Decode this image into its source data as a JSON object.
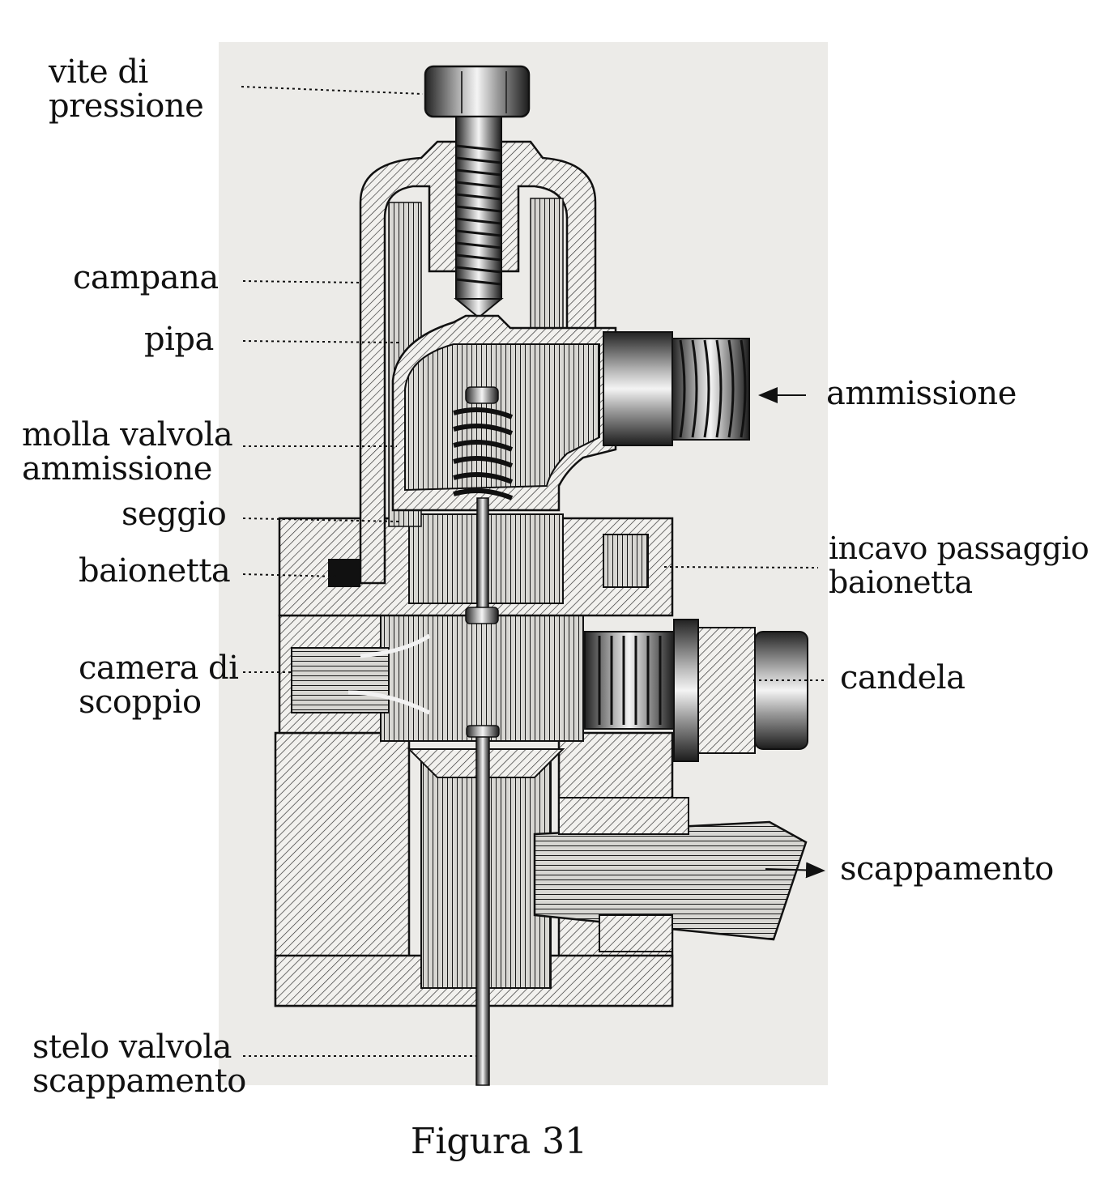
{
  "labels": {
    "vite_di_pressione": [
      "vite di",
      "pressione"
    ],
    "campana": "campana",
    "pipa": "pipa",
    "molla_valvola_ammissione": [
      "molla valvola",
      "ammissione"
    ],
    "seggio": "seggio",
    "baionetta": "baionetta",
    "camera_di_scoppio": [
      "camera di",
      "scoppio"
    ],
    "stelo_valvola_scappamento": [
      "stelo valvola",
      "scappamento"
    ],
    "ammissione": "ammissione",
    "incavo_passaggio_baionetta": [
      "incavo passaggio",
      "baionetta"
    ],
    "candela": "candela",
    "scappamento": "scappamento"
  },
  "caption": "Figura 31",
  "colors": {
    "ink": "#111111",
    "paper": "#ecebe8",
    "hatch": "#2a2a2a"
  }
}
